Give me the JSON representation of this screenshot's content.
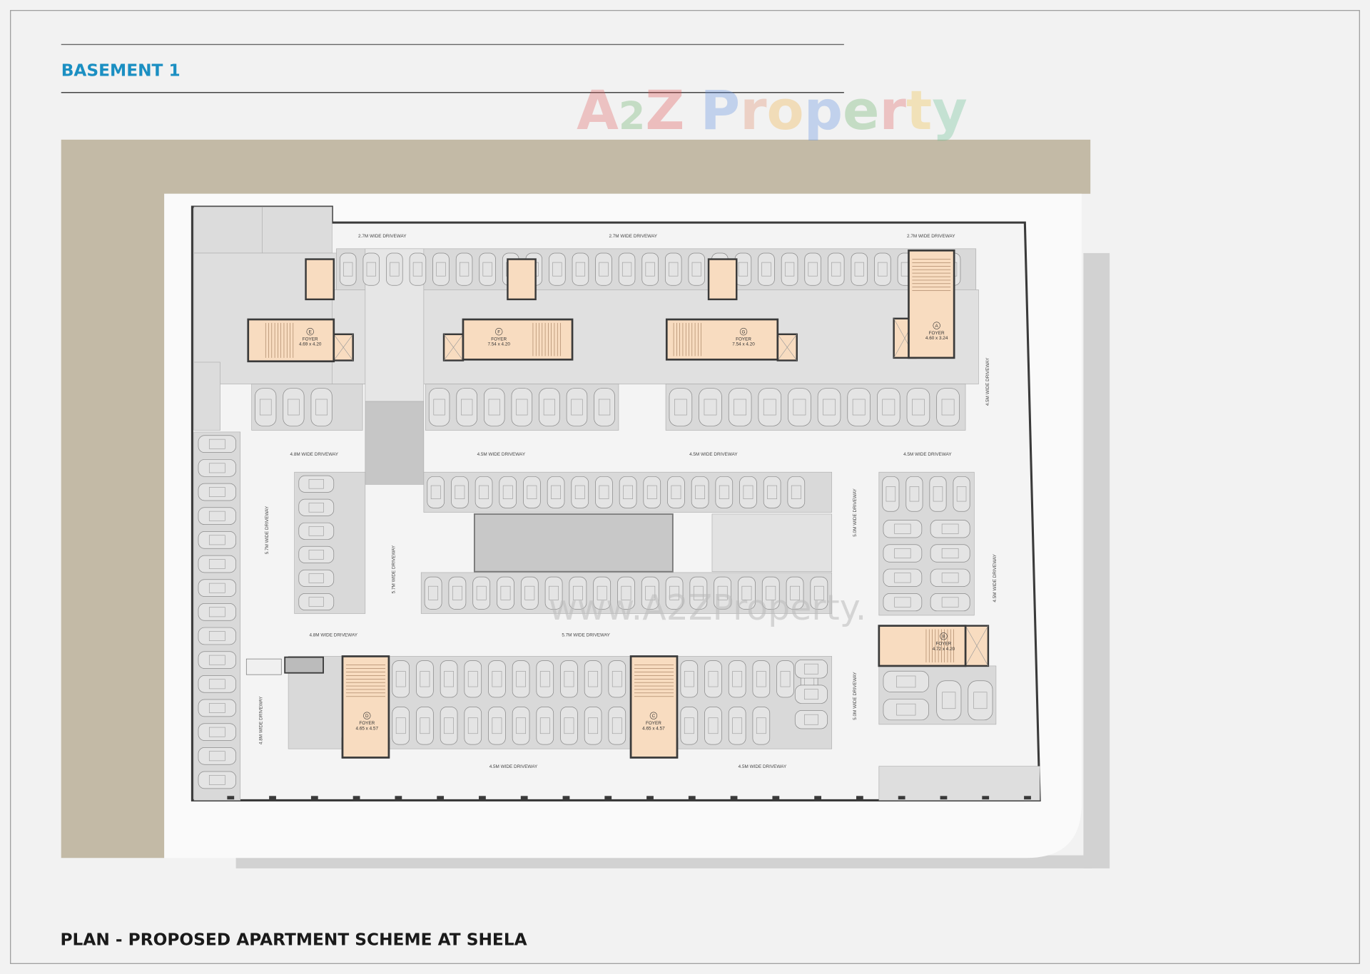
{
  "header": {
    "title": "BASEMENT 1"
  },
  "footer": {
    "title": "PLAN - PROPOSED APARTMENT SCHEME AT SHELA"
  },
  "watermark": {
    "logo_text": "A2Z Property",
    "url_text": "www.A2ZProperty."
  },
  "colors": {
    "title": "#1b8fc2",
    "boundary_band": "#c3baa6",
    "foyer": "#f8dcc0",
    "parking_zone": "#d9d9d9",
    "driveway": "#f4f4f4",
    "wall": "#3a3a3a"
  },
  "driveway_labels": [
    "2.7M WIDE DRIVEWAY",
    "2.7M WIDE DRIVEWAY",
    "2.7M WIDE DRIVEWAY",
    "4.5M WIDE DRIVEWAY",
    "4.8M WIDE DRIVEWAY",
    "4.5M WIDE DRIVEWAY",
    "4.5M WIDE DRIVEWAY",
    "4.5M WIDE DRIVEWAY",
    "5.7M WIDE DRIVEWAY",
    "5.7M WIDE DRIVEWAY",
    "5.0M WIDE DRIVEWAY",
    "4.5M WIDE DRIVEWAY",
    "4.8M WIDE DRIVEWAY",
    "5.7M WIDE DRIVEWAY",
    "5.0M WIDE DRIVEWAY",
    "4.8M WIDE DRIVEWAY",
    "4.5M WIDE DRIVEWAY",
    "4.5M WIDE DRIVEWAY"
  ],
  "foyers": [
    {
      "id": "E",
      "label": "FOYER",
      "size": "4.69 x 4.20"
    },
    {
      "id": "F",
      "label": "FOYER",
      "size": "7.54 x 4.20"
    },
    {
      "id": "G",
      "label": "FOYER",
      "size": "7.54 x 4.20"
    },
    {
      "id": "A",
      "label": "FOYER",
      "size": "4.60 x 3.24"
    },
    {
      "id": "B",
      "label": "FOYER",
      "size": "4.72 x 4.20"
    },
    {
      "id": "C",
      "label": "FOYER",
      "size": "4.65 x 4.57"
    },
    {
      "id": "D",
      "label": "FOYER",
      "size": "4.65 x 4.57"
    }
  ]
}
